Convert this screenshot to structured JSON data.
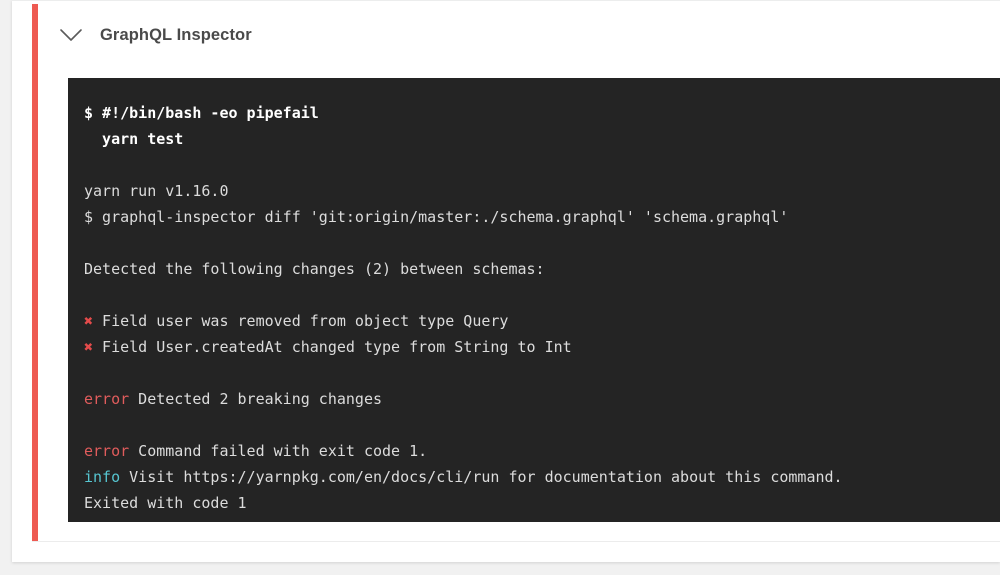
{
  "page": {
    "background_color": "#f1f1f1",
    "card_background": "#ffffff",
    "accent_color": "#ee5a52"
  },
  "job": {
    "title": "GraphQL Inspector",
    "collapse_icon": "chevron-down-icon",
    "status_color": "#ee5a52"
  },
  "terminal": {
    "background_color": "#242424",
    "default_text_color": "#dcdcdc",
    "error_color": "#e05c5c",
    "info_color": "#56c5d0",
    "cross_color": "#e44b4b",
    "lines": [
      {
        "kind": "command",
        "text": "$ #!/bin/bash -eo pipefail"
      },
      {
        "kind": "command",
        "text": "  yarn test"
      },
      {
        "kind": "blank",
        "text": ""
      },
      {
        "kind": "plain",
        "text": "yarn run v1.16.0"
      },
      {
        "kind": "plain",
        "text": "$ graphql-inspector diff 'git:origin/master:./schema.graphql' 'schema.graphql'"
      },
      {
        "kind": "blank",
        "text": ""
      },
      {
        "kind": "plain",
        "text": "Detected the following changes (2) between schemas:"
      },
      {
        "kind": "blank",
        "text": ""
      },
      {
        "kind": "cross",
        "marker": "✖",
        "text": " Field user was removed from object type Query"
      },
      {
        "kind": "cross",
        "marker": "✖",
        "text": " Field User.createdAt changed type from String to Int"
      },
      {
        "kind": "blank",
        "text": ""
      },
      {
        "kind": "tagged",
        "tag": "error",
        "text": " Detected 2 breaking changes"
      },
      {
        "kind": "blank",
        "text": ""
      },
      {
        "kind": "tagged",
        "tag": "error",
        "text": " Command failed with exit code 1."
      },
      {
        "kind": "tagged",
        "tag": "info",
        "text": " Visit https://yarnpkg.com/en/docs/cli/run for documentation about this command."
      },
      {
        "kind": "plain",
        "text": "Exited with code 1"
      }
    ]
  }
}
